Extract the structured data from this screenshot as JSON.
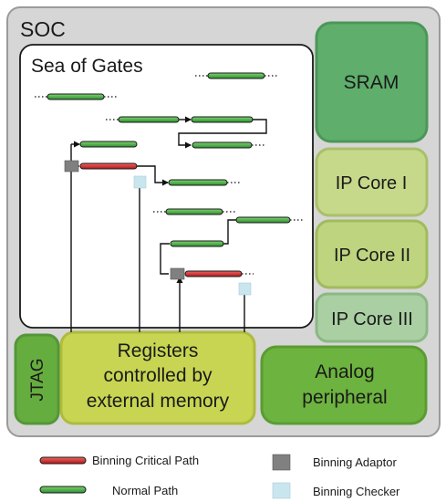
{
  "soc": {
    "label": "SOC"
  },
  "sea_of_gates": {
    "label": "Sea of Gates"
  },
  "blocks": {
    "sram": "SRAM",
    "ip_core_1": "IP Core I",
    "ip_core_2": "IP Core II",
    "ip_core_3": "IP Core III",
    "jtag": "JTAG",
    "registers": [
      "Registers",
      "controlled by",
      "external memory"
    ],
    "analog": [
      "Analog",
      "peripheral"
    ]
  },
  "legend": {
    "critical_path": "Binning Critical Path",
    "normal_path": "Normal Path",
    "adaptor": "Binning Adaptor",
    "checker": "Binning Checker"
  },
  "colors": {
    "soc_bg": "#d6d6d6",
    "sram": "#5fae6c",
    "ip_core_1": "#c6d88a",
    "ip_core_2": "#bed47e",
    "ip_core_3": "#a9cfa2",
    "jtag": "#66ad3f",
    "registers": "#c8d553",
    "analog": "#6db33f",
    "critical_path": "#d32f2f",
    "normal_path": "#3fa640",
    "adaptor": "#808080",
    "checker": "#c9e6ef"
  }
}
